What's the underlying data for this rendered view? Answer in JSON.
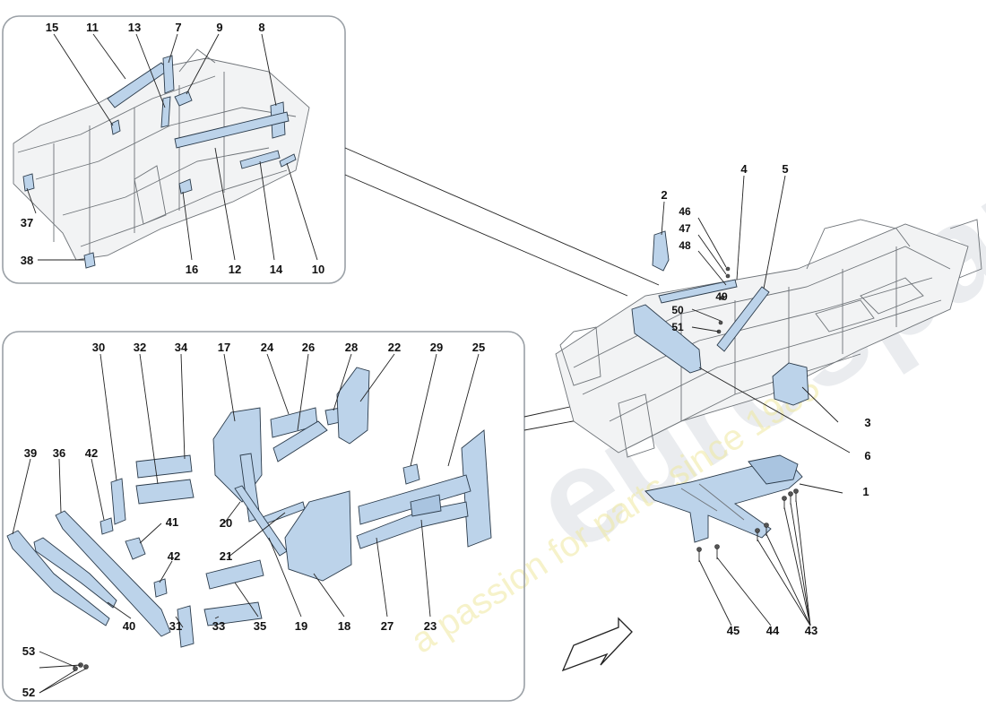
{
  "watermark": {
    "brand": "eurospares",
    "tagline": "a passion for parts since 1985"
  },
  "callouts": {
    "l1": "1",
    "l2": "2",
    "l3": "3",
    "l4": "4",
    "l5": "5",
    "l6": "6",
    "l7": "7",
    "l8": "8",
    "l9": "9",
    "l10": "10",
    "l11": "11",
    "l12": "12",
    "l13": "13",
    "l14": "14",
    "l15": "15",
    "l16": "16",
    "l17": "17",
    "l18": "18",
    "l19": "19",
    "l20": "20",
    "l21": "21",
    "l22": "22",
    "l23": "23",
    "l24": "24",
    "l25": "25",
    "l26": "26",
    "l27": "27",
    "l28": "28",
    "l29": "29",
    "l30": "30",
    "l31": "31",
    "l32": "32",
    "l33": "33",
    "l34": "34",
    "l35": "35",
    "l36": "36",
    "l37": "37",
    "l38": "38",
    "l39": "39",
    "l40": "40",
    "l41": "41",
    "l42a": "42",
    "l42b": "42",
    "l43": "43",
    "l44": "44",
    "l45": "45",
    "l46": "46",
    "l47": "47",
    "l48": "48",
    "l49": "49",
    "l50": "50",
    "l51": "51",
    "l52": "52",
    "l53": "53"
  },
  "colors": {
    "part_fill": "#bcd3ea",
    "frame_stroke": "#9aa0a6"
  },
  "icons": {
    "direction": "front-direction-arrow-icon"
  }
}
